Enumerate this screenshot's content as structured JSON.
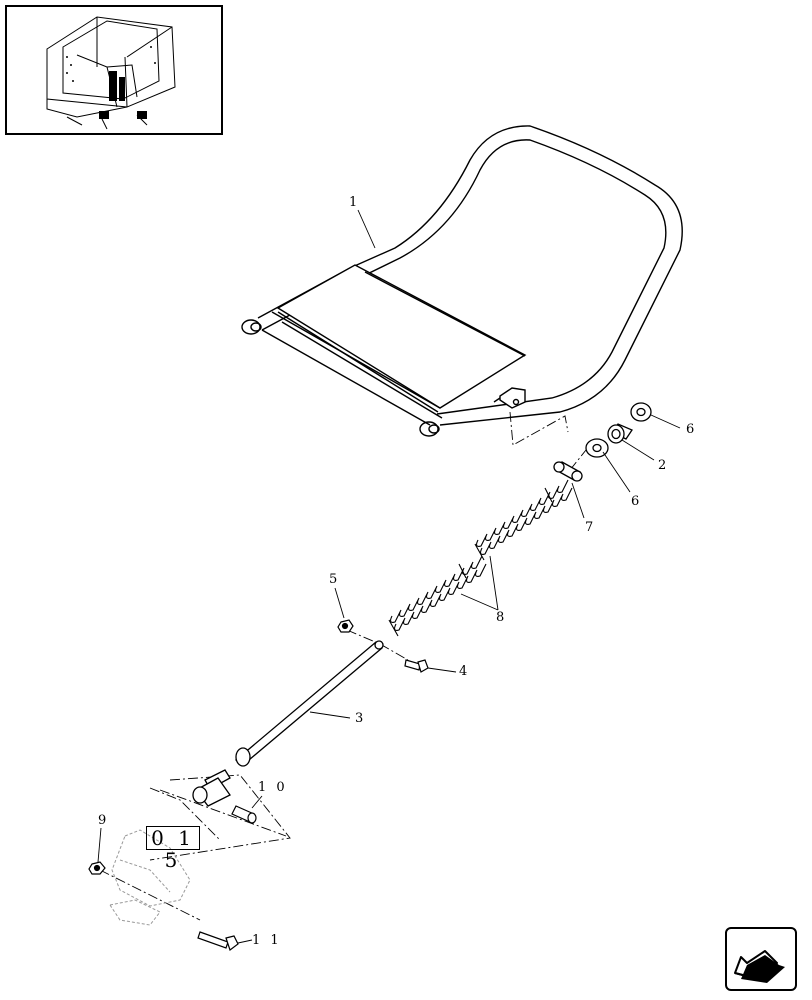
{
  "callouts": [
    {
      "id": "1",
      "text": "1"
    },
    {
      "id": "2",
      "text": "2"
    },
    {
      "id": "3",
      "text": "3"
    },
    {
      "id": "4",
      "text": "4"
    },
    {
      "id": "5",
      "text": "5"
    },
    {
      "id": "6a",
      "text": "6"
    },
    {
      "id": "6b",
      "text": "6"
    },
    {
      "id": "7",
      "text": "7"
    },
    {
      "id": "8",
      "text": "8"
    },
    {
      "id": "9",
      "text": "9"
    },
    {
      "id": "10",
      "text": "1 0"
    },
    {
      "id": "11",
      "text": "1 1"
    }
  ],
  "reference_box": "0 1 5",
  "thumbnail_icon": "baler-overview-thumbnail",
  "nav_icon": "next-page-arrow-icon"
}
